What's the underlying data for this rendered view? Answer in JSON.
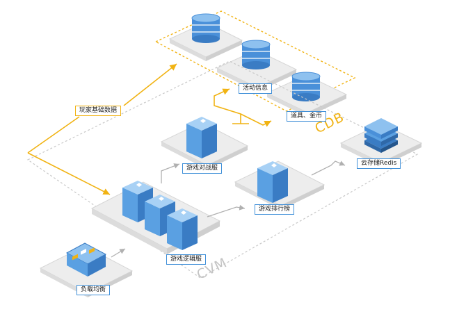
{
  "zones": {
    "cdb": "CDB",
    "cvm": "CVM"
  },
  "labels": {
    "player_data": "玩家基础数据",
    "activity_info": "活动信息",
    "items_gold": "道具、金币",
    "battle_server": "游戏对战服",
    "rank_server": "游戏排行榜",
    "cloud_redis": "云存储Redis",
    "logic_server": "游戏逻辑服",
    "load_balancer": "负载均衡"
  },
  "colors": {
    "accent_blue": "#3f8fd8",
    "flow_gold": "#f1b313",
    "platform_gray": "#d6d6d6",
    "dashed_gray": "#c8c8c8",
    "arrow_gray": "#b0b0b0"
  },
  "icons": {
    "database": "cylinder-database-icon",
    "server": "cube-server-icon",
    "redis": "stacked-layers-icon",
    "load_balancer": "network-box-icon"
  }
}
